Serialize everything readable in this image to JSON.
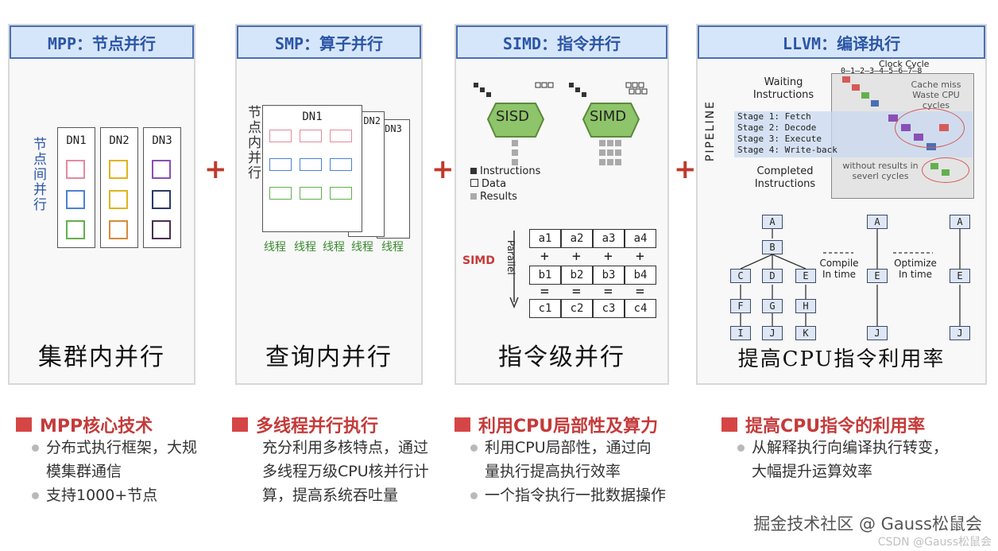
{
  "panels": [
    {
      "header": "MPP：节点并行",
      "caption": "集群内并行",
      "side_label": "节点间并行",
      "dn_labels": [
        "DN1",
        "DN2",
        "DN3"
      ]
    },
    {
      "header": "SMP：算子并行",
      "caption": "查询内并行",
      "side_label": "节点内并行",
      "dn_labels": [
        "DN1",
        "DN2",
        "DN3"
      ],
      "thread_labels": [
        "线程",
        "线程",
        "线程",
        "线程",
        "线程"
      ]
    },
    {
      "header": "SIMD：指令并行",
      "caption": "指令级并行",
      "sisd": "SISD",
      "simd": "SIMD",
      "legend": [
        "Instructions",
        "Data",
        "Results"
      ],
      "simd_label": "SIMD",
      "parallel_label": "Parallel",
      "row_a": [
        "a1",
        "a2",
        "a3",
        "a4"
      ],
      "row_b": [
        "b1",
        "b2",
        "b3",
        "b4"
      ],
      "row_c": [
        "c1",
        "c2",
        "c3",
        "c4"
      ]
    },
    {
      "header": "LLVM：编译执行",
      "caption": "提高CPU指令利用率",
      "clock_cycle": "Clock Cycle",
      "clock_ticks": "0—1—2—3—4—5—6—7—8",
      "waiting": "Waiting Instructions",
      "pipeline": "PIPELINE",
      "stages": [
        "Stage 1: Fetch",
        "Stage 2: Decode",
        "Stage 3: Execute",
        "Stage 4: Write-back"
      ],
      "completed": "Completed Instructions",
      "cache_miss": "Cache miss Waste CPU cycles",
      "without_results": "without results in severl cycles",
      "compile": "Compile In time",
      "optimize": "Optimize In time",
      "nodes": {
        "A": "A",
        "B": "B",
        "C": "C",
        "D": "D",
        "E": "E",
        "F": "F",
        "G": "G",
        "H": "H",
        "I": "I",
        "J": "J",
        "K": "K"
      }
    }
  ],
  "plus_sign": "+",
  "features": [
    {
      "title": "MPP核心技术",
      "items": [
        "分布式执行框架，大规模集群通信",
        "支持1000+节点"
      ]
    },
    {
      "title": "多线程并行执行",
      "text": "充分利用多核特点，通过多线程万级CPU核并行计算，提高系统吞吐量"
    },
    {
      "title": "利用CPU局部性及算力",
      "items": [
        "利用CPU局部性，通过向量执行提高执行效率",
        "一个指令执行一批数据操作"
      ]
    },
    {
      "title": "提高CPU指令的利用率",
      "items": [
        "从解释执行向编译执行转变，大幅提升运算效率"
      ]
    }
  ],
  "watermark": "掘金技术社区 @ Gauss松鼠会",
  "watermark2": "CSDN @Gauss松鼠会",
  "colors": {
    "accent_red": "#d64545",
    "header_bg": "#d6e6fa",
    "header_border": "#4a6fb5",
    "green": "#7ab648"
  }
}
